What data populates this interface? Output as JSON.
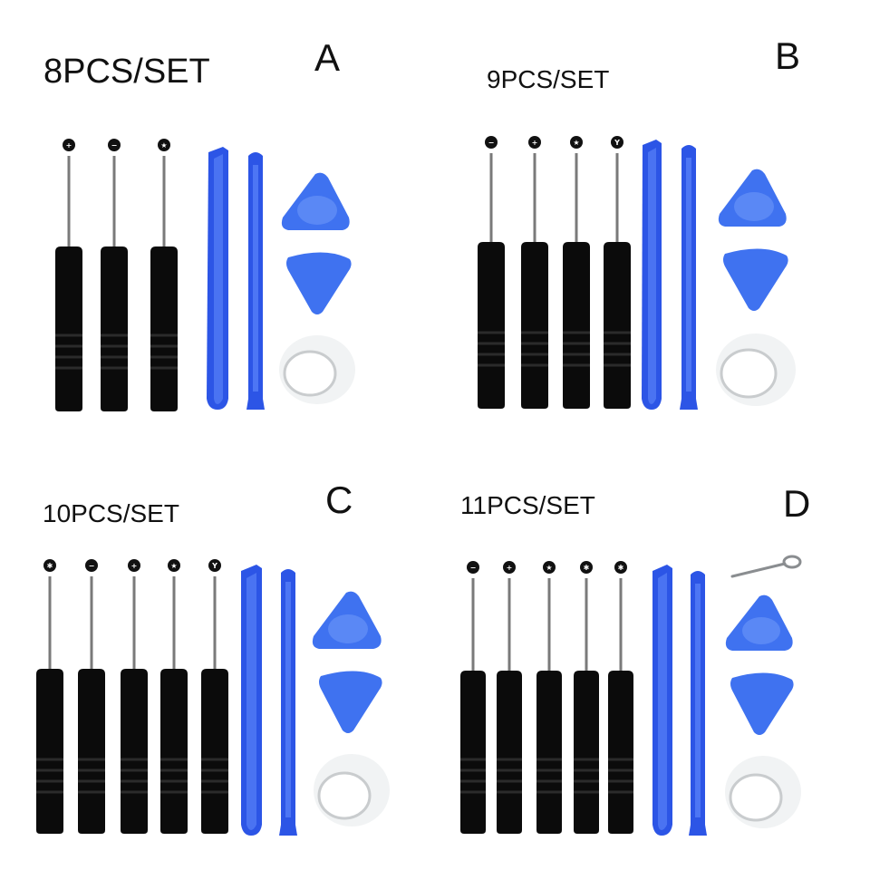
{
  "colors": {
    "handle": "#0b0b0b",
    "pry_tool_blue": "#2c55e6",
    "pick_blue": "#3f72f0",
    "background": "#ffffff"
  },
  "panels": [
    {
      "letter": "A",
      "title": "8PCS/SET",
      "screwdriver_tips": [
        "+",
        "−",
        "★"
      ],
      "items": [
        "screwdriver",
        "screwdriver",
        "screwdriver",
        "pry-bar",
        "spudger",
        "triangle-pick-with-cup",
        "triangle-pick",
        "suction-cup"
      ]
    },
    {
      "letter": "B",
      "title": "9PCS/SET",
      "screwdriver_tips": [
        "−",
        "+",
        "★",
        "Y"
      ],
      "items": [
        "screwdriver",
        "screwdriver",
        "screwdriver",
        "screwdriver",
        "pry-bar",
        "spudger",
        "triangle-pick-with-cup",
        "triangle-pick",
        "suction-cup"
      ]
    },
    {
      "letter": "C",
      "title": "10PCS/SET",
      "screwdriver_tips": [
        "✱",
        "−",
        "+",
        "★",
        "Y"
      ],
      "items": [
        "screwdriver",
        "screwdriver",
        "screwdriver",
        "screwdriver",
        "screwdriver",
        "pry-bar",
        "spudger",
        "triangle-pick-with-cup",
        "triangle-pick",
        "suction-cup"
      ]
    },
    {
      "letter": "D",
      "title": "11PCS/SET",
      "screwdriver_tips": [
        "−",
        "+",
        "★",
        "✱",
        "✱"
      ],
      "items": [
        "screwdriver",
        "screwdriver",
        "screwdriver",
        "screwdriver",
        "screwdriver",
        "pry-bar",
        "spudger",
        "sim-eject-pin",
        "triangle-pick-with-cup",
        "triangle-pick",
        "suction-cup"
      ]
    }
  ]
}
